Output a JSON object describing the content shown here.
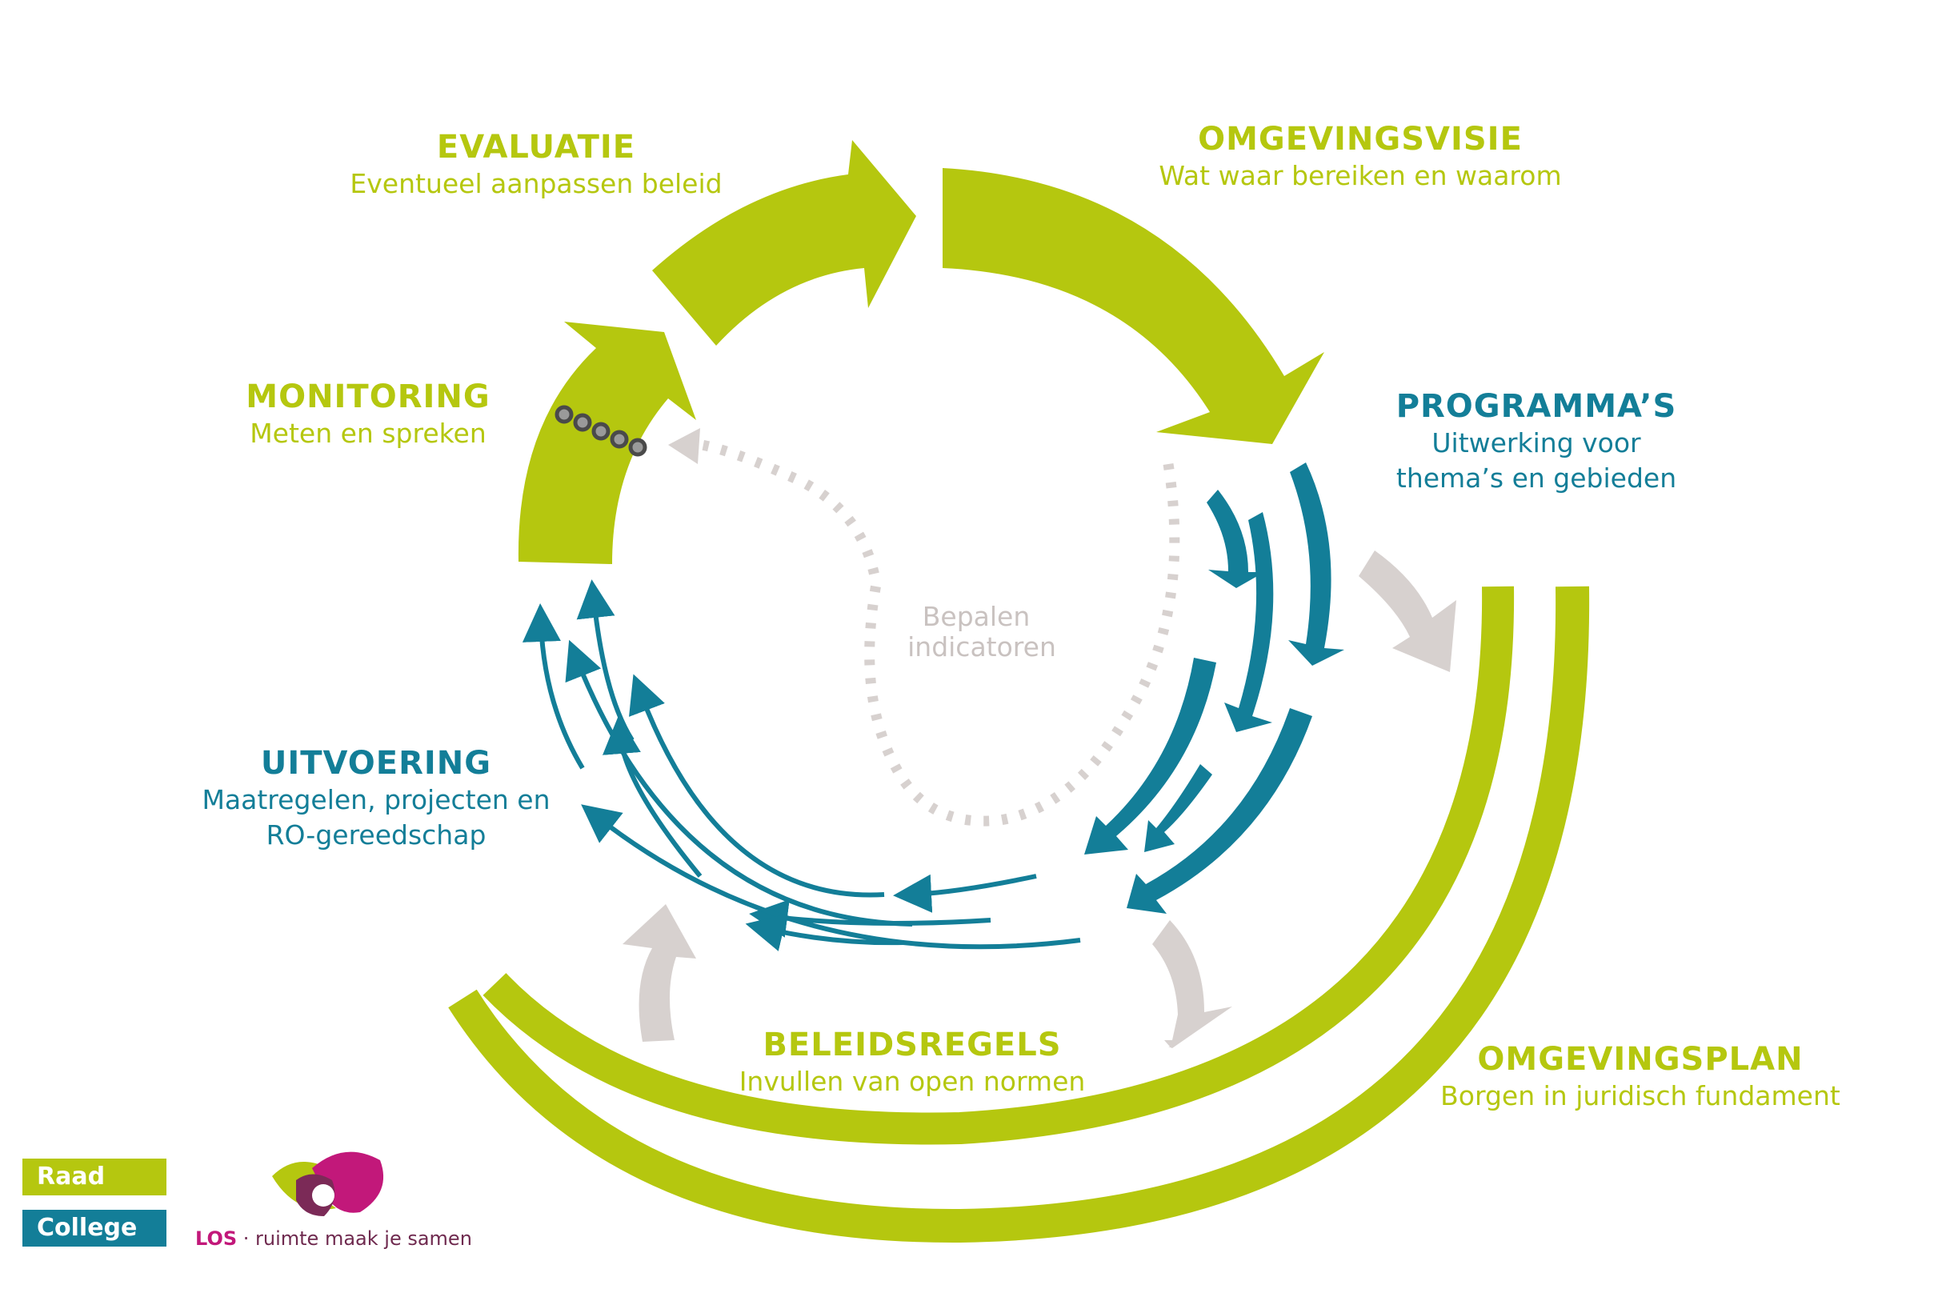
{
  "colors": {
    "raad": "#b5c70f",
    "college": "#137e98",
    "grey": "#d7d1cf",
    "brand_magenta": "#c2187a",
    "brand_olive": "#8a9a1a",
    "brand_purple": "#7b2a57"
  },
  "labels": {
    "evaluatie": {
      "title": "EVALUATIE",
      "subtitle": "Eventueel aanpassen beleid"
    },
    "omgevingsvisie": {
      "title": "OMGEVINGSVISIE",
      "subtitle": "Wat waar bereiken en waarom"
    },
    "monitoring": {
      "title": "MONITORING",
      "subtitle": "Meten en spreken"
    },
    "programmas": {
      "title": "PROGRAMMA’S",
      "subtitle_line1": "Uitwerking voor",
      "subtitle_line2": "thema’s en gebieden"
    },
    "uitvoering": {
      "title": "UITVOERING",
      "subtitle_line1": "Maatregelen, projecten en",
      "subtitle_line2": "RO-gereedschap"
    },
    "beleidsregels": {
      "title": "BELEIDSREGELS",
      "subtitle": "Invullen van open normen"
    },
    "omgevingsplan": {
      "title": "OMGEVINGSPLAN",
      "subtitle": "Borgen in juridisch fundament"
    },
    "indicatoren": {
      "line1": "Bepalen",
      "line2": "indicatoren"
    }
  },
  "legend": {
    "raad": "Raad",
    "college": "College"
  },
  "brand": {
    "name": "LOS",
    "tagline": "· ruimte maak je samen",
    "icon": "los-logo-icon"
  }
}
